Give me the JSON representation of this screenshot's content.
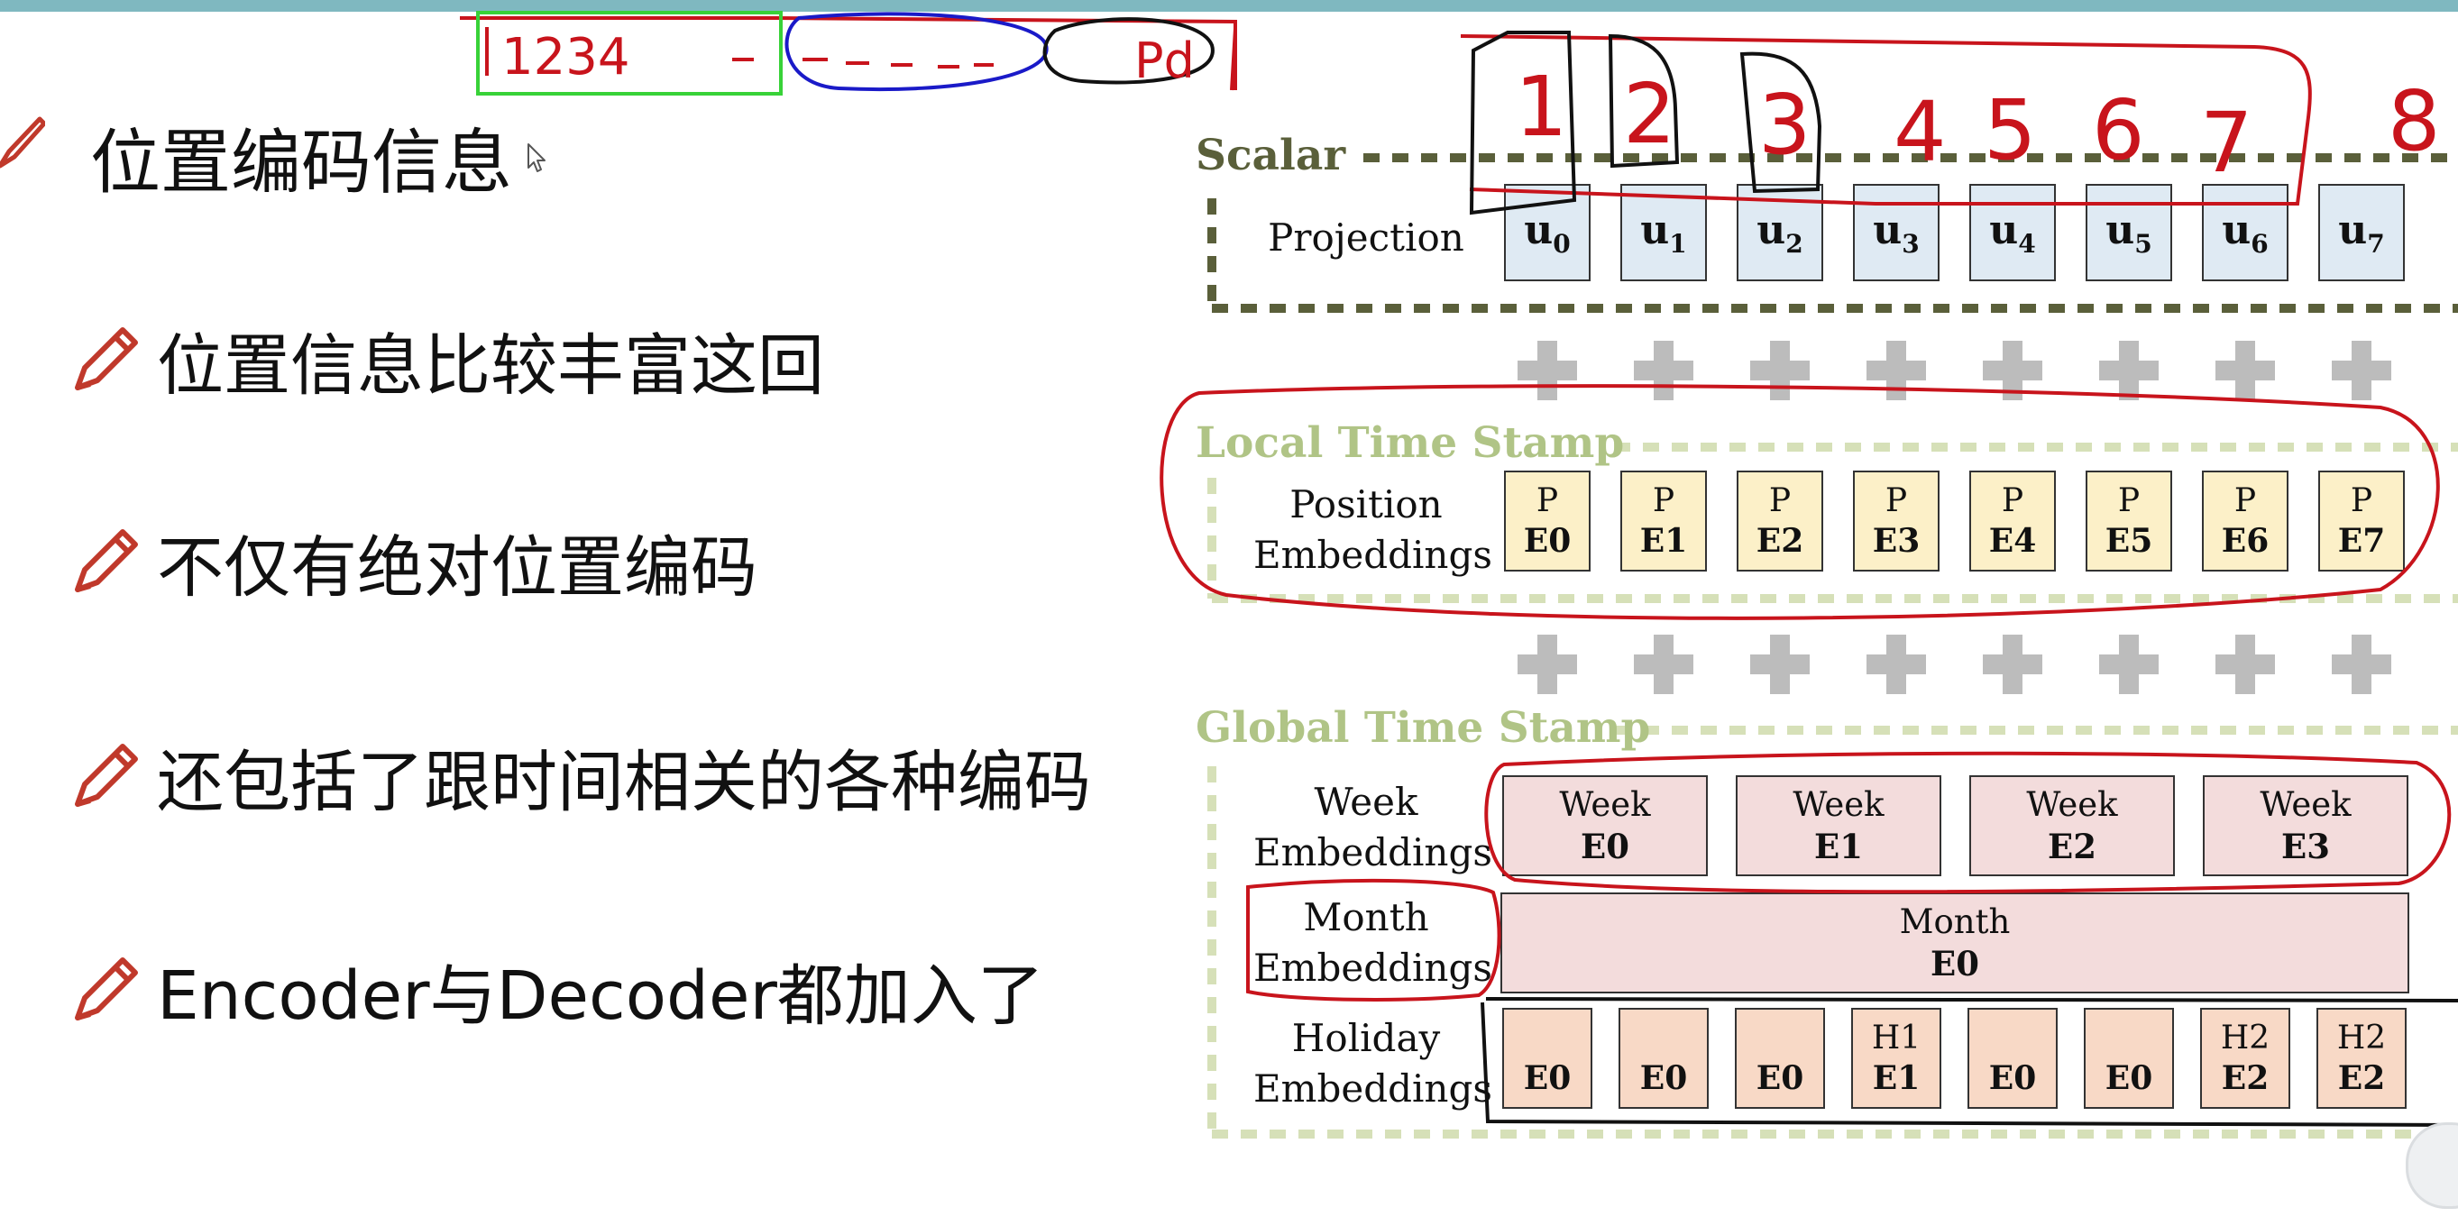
{
  "bullets": {
    "main": "位置编码信息",
    "items": [
      "位置信息比较丰富这回",
      "不仅有绝对位置编码",
      "还包括了跟时间相关的各种编码",
      "Encoder与Decoder都加入了"
    ]
  },
  "diagram": {
    "scalar": {
      "title": "Scalar",
      "row_label": "Projection",
      "cells": [
        {
          "base": "u",
          "sub": "0"
        },
        {
          "base": "u",
          "sub": "1"
        },
        {
          "base": "u",
          "sub": "2"
        },
        {
          "base": "u",
          "sub": "3"
        },
        {
          "base": "u",
          "sub": "4"
        },
        {
          "base": "u",
          "sub": "5"
        },
        {
          "base": "u",
          "sub": "6"
        },
        {
          "base": "u",
          "sub": "7"
        }
      ]
    },
    "local": {
      "title": "Local Time Stamp",
      "row_label_1": "Position",
      "row_label_2": "Embeddings",
      "cells": [
        {
          "top": "P",
          "bottom": "E0"
        },
        {
          "top": "P",
          "bottom": "E1"
        },
        {
          "top": "P",
          "bottom": "E2"
        },
        {
          "top": "P",
          "bottom": "E3"
        },
        {
          "top": "P",
          "bottom": "E4"
        },
        {
          "top": "P",
          "bottom": "E5"
        },
        {
          "top": "P",
          "bottom": "E6"
        },
        {
          "top": "P",
          "bottom": "E7"
        }
      ]
    },
    "global": {
      "title": "Global Time Stamp",
      "week": {
        "label_1": "Week",
        "label_2": "Embeddings",
        "cells": [
          {
            "top": "Week",
            "bottom": "E0"
          },
          {
            "top": "Week",
            "bottom": "E1"
          },
          {
            "top": "Week",
            "bottom": "E2"
          },
          {
            "top": "Week",
            "bottom": "E3"
          }
        ]
      },
      "month": {
        "label_1": "Month",
        "label_2": "Embeddings",
        "cell": {
          "top": "Month",
          "bottom": "E0"
        }
      },
      "holiday": {
        "label_1": "Holiday",
        "label_2": "Embeddings",
        "cells": [
          {
            "top": "",
            "bottom": "E0"
          },
          {
            "top": "",
            "bottom": "E0"
          },
          {
            "top": "",
            "bottom": "E0"
          },
          {
            "top": "H1",
            "bottom": "E1"
          },
          {
            "top": "",
            "bottom": "E0"
          },
          {
            "top": "",
            "bottom": "E0"
          },
          {
            "top": "H2",
            "bottom": "E2"
          },
          {
            "top": "H2",
            "bottom": "E2"
          }
        ]
      }
    }
  },
  "annotations": {
    "seq_start": "1234",
    "seq_end": "Pd",
    "digits": [
      "1",
      "2",
      "3",
      "4",
      "5",
      "6",
      "7",
      "8"
    ]
  },
  "colors": {
    "scalar_border": "#5a5f3a",
    "local_border": "#d6e0b8",
    "section_title_scalar": "#5a5f3a",
    "section_title_light": "#b0c486",
    "u_fill": "#dfeaf3",
    "p_fill": "#fcf0c8",
    "week_month_fill": "#f3dcdc",
    "holiday_fill": "#f8d9c6",
    "ink_red": "#c8141c",
    "ink_black": "#111111",
    "ink_green": "#38d238",
    "ink_blue": "#1a1ac8",
    "pencil": "#c0392b"
  },
  "icons": {
    "bullet": "pencil-icon",
    "cursor": "mouse-cursor-icon",
    "corner": "player-control-icon"
  }
}
